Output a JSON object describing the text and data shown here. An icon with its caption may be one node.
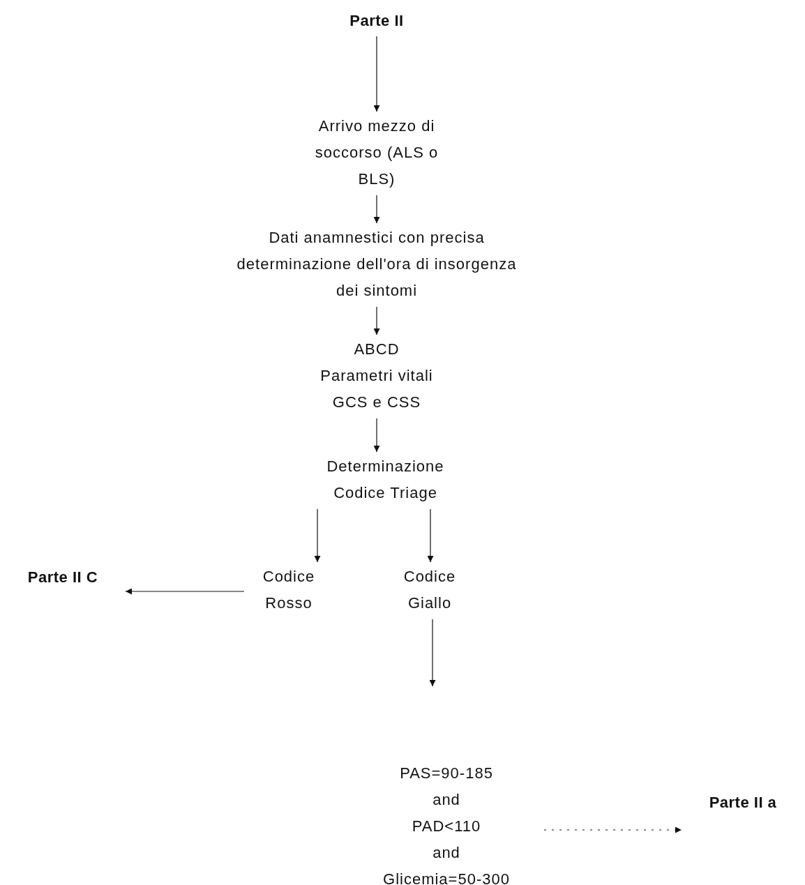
{
  "diagram": {
    "nodes": [
      {
        "text": [
          "Parte II"
        ]
      },
      {
        "text": [
          "Arrivo mezzo di soccorso (ALS o BLS)"
        ]
      },
      {
        "text": [
          "Dati anamnestici con precisa determinazione dell'ora di insorgenza dei sintomi"
        ]
      },
      {
        "text": [
          "ABCD",
          "Parametri vitali",
          "GCS e CSS"
        ]
      },
      {
        "text": [
          "Determinazione Codice Triage"
        ]
      },
      {
        "text": [
          "Codice Rosso"
        ]
      },
      {
        "text": [
          "Codice Giallo"
        ]
      },
      {
        "text": [
          "Parte II C"
        ]
      },
      {
        "text": [
          "PAS=90-185",
          "and",
          "PAD<110",
          "and",
          "Glicemia=50-300"
        ]
      },
      {
        "text": [
          "Parte II a"
        ]
      }
    ],
    "edges": [
      {
        "from": 0,
        "to": 1,
        "arrow": "to"
      },
      {
        "from": 1,
        "to": 2,
        "arrow": "to"
      },
      {
        "from": 2,
        "to": 3,
        "arrow": "to"
      },
      {
        "from": 3,
        "to": 4,
        "arrow": "to"
      },
      {
        "from": 4,
        "to": 5,
        "arrow": "to"
      },
      {
        "from": 4,
        "to": 6,
        "arrow": "to"
      },
      {
        "from": 5,
        "to": 7,
        "arrow": "to"
      },
      {
        "from": 6,
        "to": null,
        "arrow": "to"
      },
      {
        "from": 8,
        "to": 9,
        "arrow": "to",
        "style": "dashed"
      }
    ]
  }
}
